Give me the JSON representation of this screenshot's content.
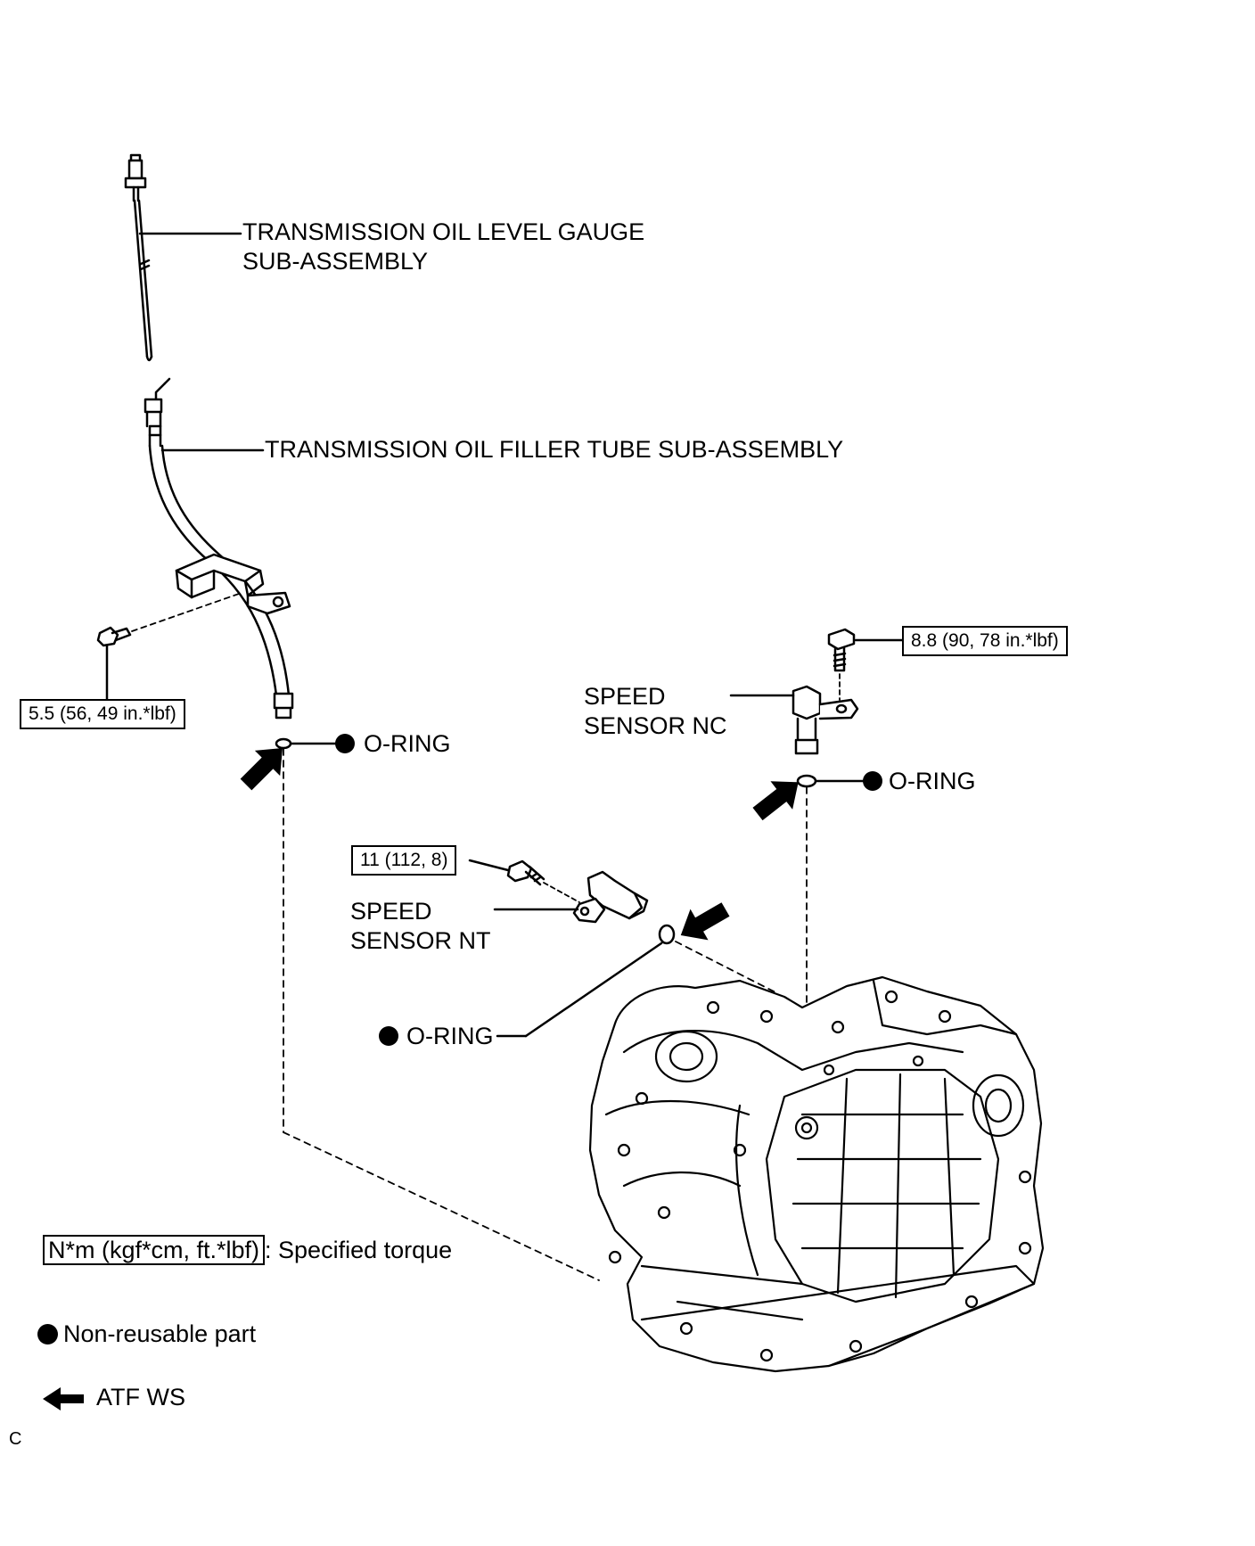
{
  "parts": {
    "gauge": {
      "line1": "TRANSMISSION OIL LEVEL GAUGE",
      "line2": "SUB-ASSEMBLY"
    },
    "filler_tube": {
      "label": "TRANSMISSION OIL FILLER TUBE SUB-ASSEMBLY"
    },
    "speed_sensor_nc": {
      "line1": "SPEED",
      "line2": "SENSOR NC"
    },
    "speed_sensor_nt": {
      "line1": "SPEED",
      "line2": "SENSOR NT"
    },
    "oring_filler": "O-RING",
    "oring_nc": "O-RING",
    "oring_nt": "O-RING"
  },
  "torque_specs": {
    "filler_tube_bolt": "5.5 (56, 49 in.*lbf)",
    "nc_bolt": "8.8 (90, 78 in.*lbf)",
    "nt_bolt": "11 (112, 8)"
  },
  "legend": {
    "torque_box": "N*m (kgf*cm, ft.*lbf)",
    "torque_text": ": Specified torque",
    "nonreusable": "Non-reusable part",
    "atf": "ATF WS"
  },
  "corner_code": "C",
  "icons": [
    "black-dot-icon",
    "atf-arrow-icon"
  ]
}
